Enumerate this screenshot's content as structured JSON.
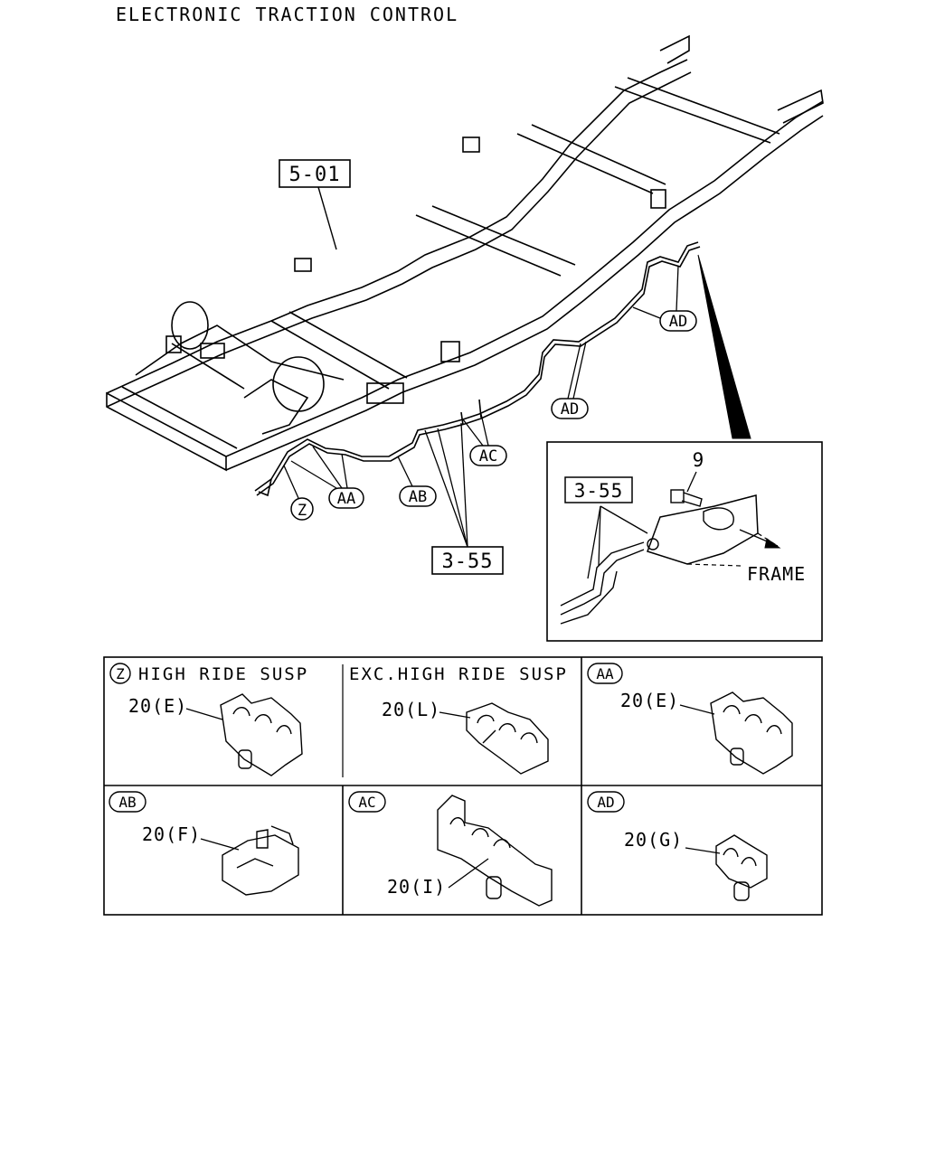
{
  "title": "ELECTRONIC TRACTION CONTROL",
  "main": {
    "frame_ref": "5-01",
    "tube_ref": "3-55",
    "callouts": [
      "Z",
      "AA",
      "AB",
      "AC",
      "AD",
      "AD"
    ]
  },
  "detail": {
    "tube_ref": "3-55",
    "bolt_ref": "9",
    "frame_label": "FRAME"
  },
  "table": {
    "cells": [
      {
        "tag": "Z",
        "text": "HIGH RIDE SUSP",
        "part": "20(E)"
      },
      {
        "tag": "",
        "text": "EXC.HIGH RIDE SUSP",
        "part": "20(L)"
      },
      {
        "tag": "AA",
        "text": "",
        "part": "20(E)"
      },
      {
        "tag": "AB",
        "text": "",
        "part": "20(F)"
      },
      {
        "tag": "AC",
        "text": "",
        "part": "20(I)"
      },
      {
        "tag": "AD",
        "text": "",
        "part": "20(G)"
      }
    ]
  }
}
